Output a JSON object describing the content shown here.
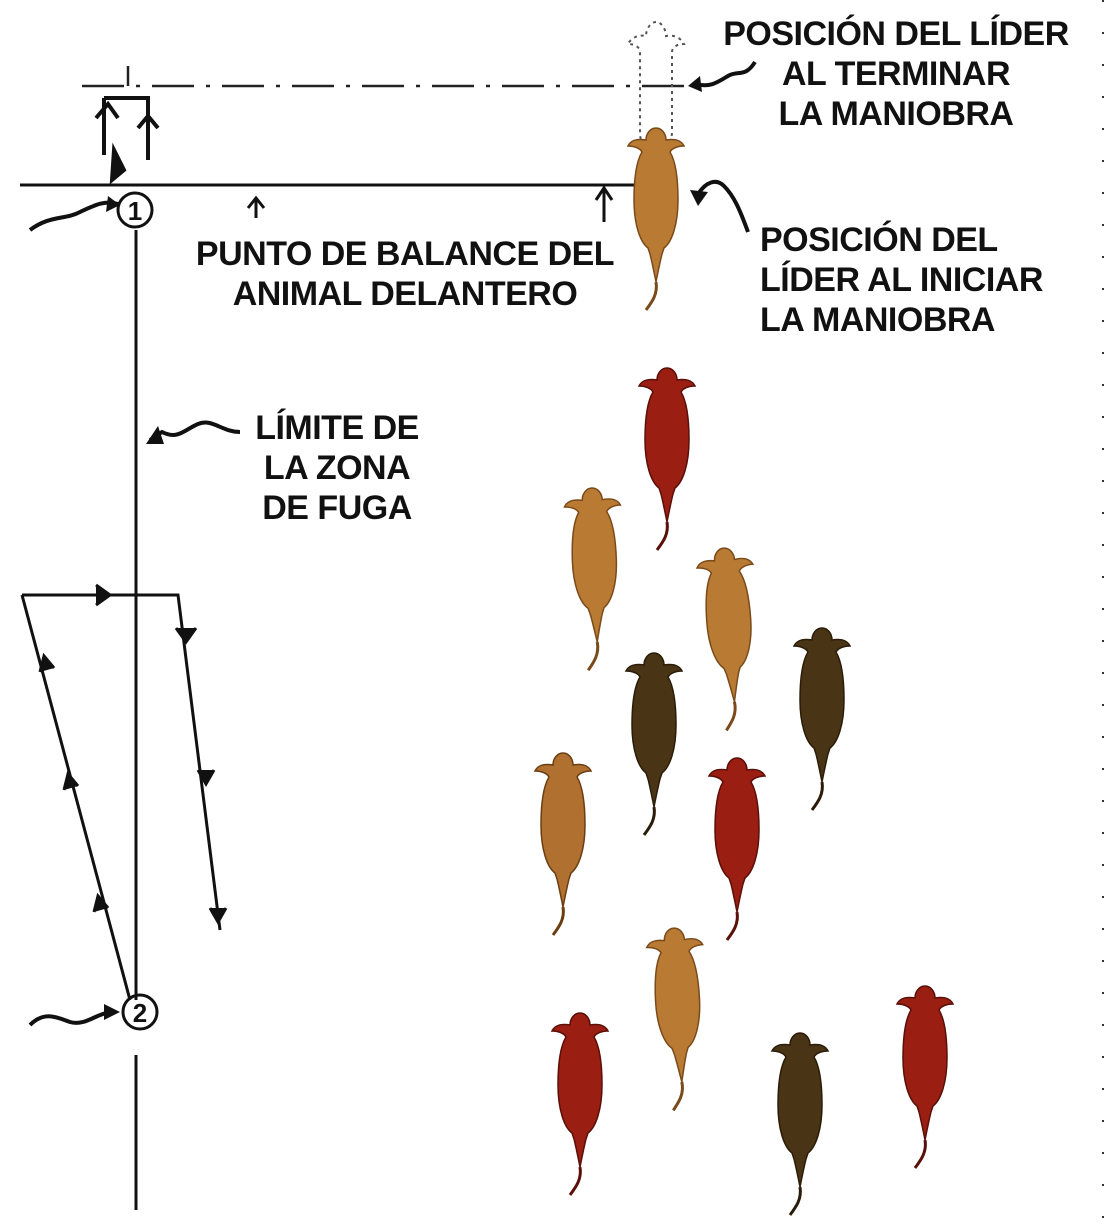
{
  "labels": {
    "leader_end": [
      "POSICIÓN DEL LÍDER",
      "AL TERMINAR",
      "LA MANIOBRA"
    ],
    "leader_start": [
      "POSICIÓN DEL",
      "LÍDER AL INICIAR",
      "LA MANIOBRA"
    ],
    "balance_point": [
      "PUNTO DE BALANCE DEL",
      "ANIMAL DELANTERO"
    ],
    "flight_zone": [
      "LÍMITE DE",
      "LA ZONA",
      "DE FUGA"
    ]
  },
  "markers": {
    "position_1": "1",
    "position_2": "2"
  },
  "colors": {
    "tan": "#b97a33",
    "red": "#9a1e12",
    "dark": "#4a3416",
    "ink": "#111111"
  },
  "icons": [
    "handler-figure-icon",
    "cow-icon",
    "arrow-icon",
    "dotted-cow-outline-icon"
  ]
}
